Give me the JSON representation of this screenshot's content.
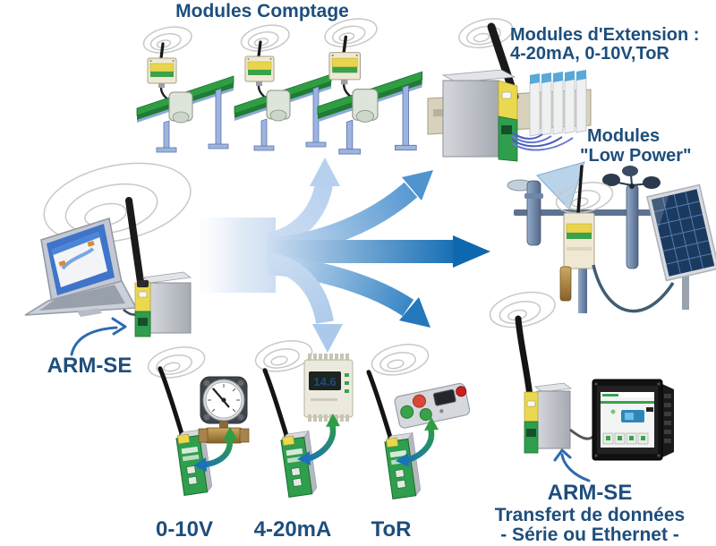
{
  "header": {
    "title": "Modules Comptage"
  },
  "labels": {
    "extension_line1": "Modules d'Extension :",
    "extension_line2": "4-20mA, 0-10V,ToR",
    "low_power_line1": "Modules",
    "low_power_line2": "\"Low Power\"",
    "arm_se_left": "ARM-SE",
    "analog_0_10v": "0-10V",
    "analog_4_20ma": "4-20mA",
    "tor": "ToR",
    "arm_se_right_line1": "ARM-SE",
    "arm_se_right_line2": "Transfert de données",
    "arm_se_right_line3": "- Série ou Ethernet -"
  },
  "devices": {
    "meter_reading": "14.6"
  },
  "colors": {
    "text_navy": "#1e4e7c",
    "arrow_dark_blue": "#0d68b0",
    "arrow_light_blue": "#cddef2",
    "module_green": "#2f9e4d",
    "module_yellow": "#ead94f",
    "belt_green": "#2f9e43",
    "display_green": "#3ae04a"
  }
}
